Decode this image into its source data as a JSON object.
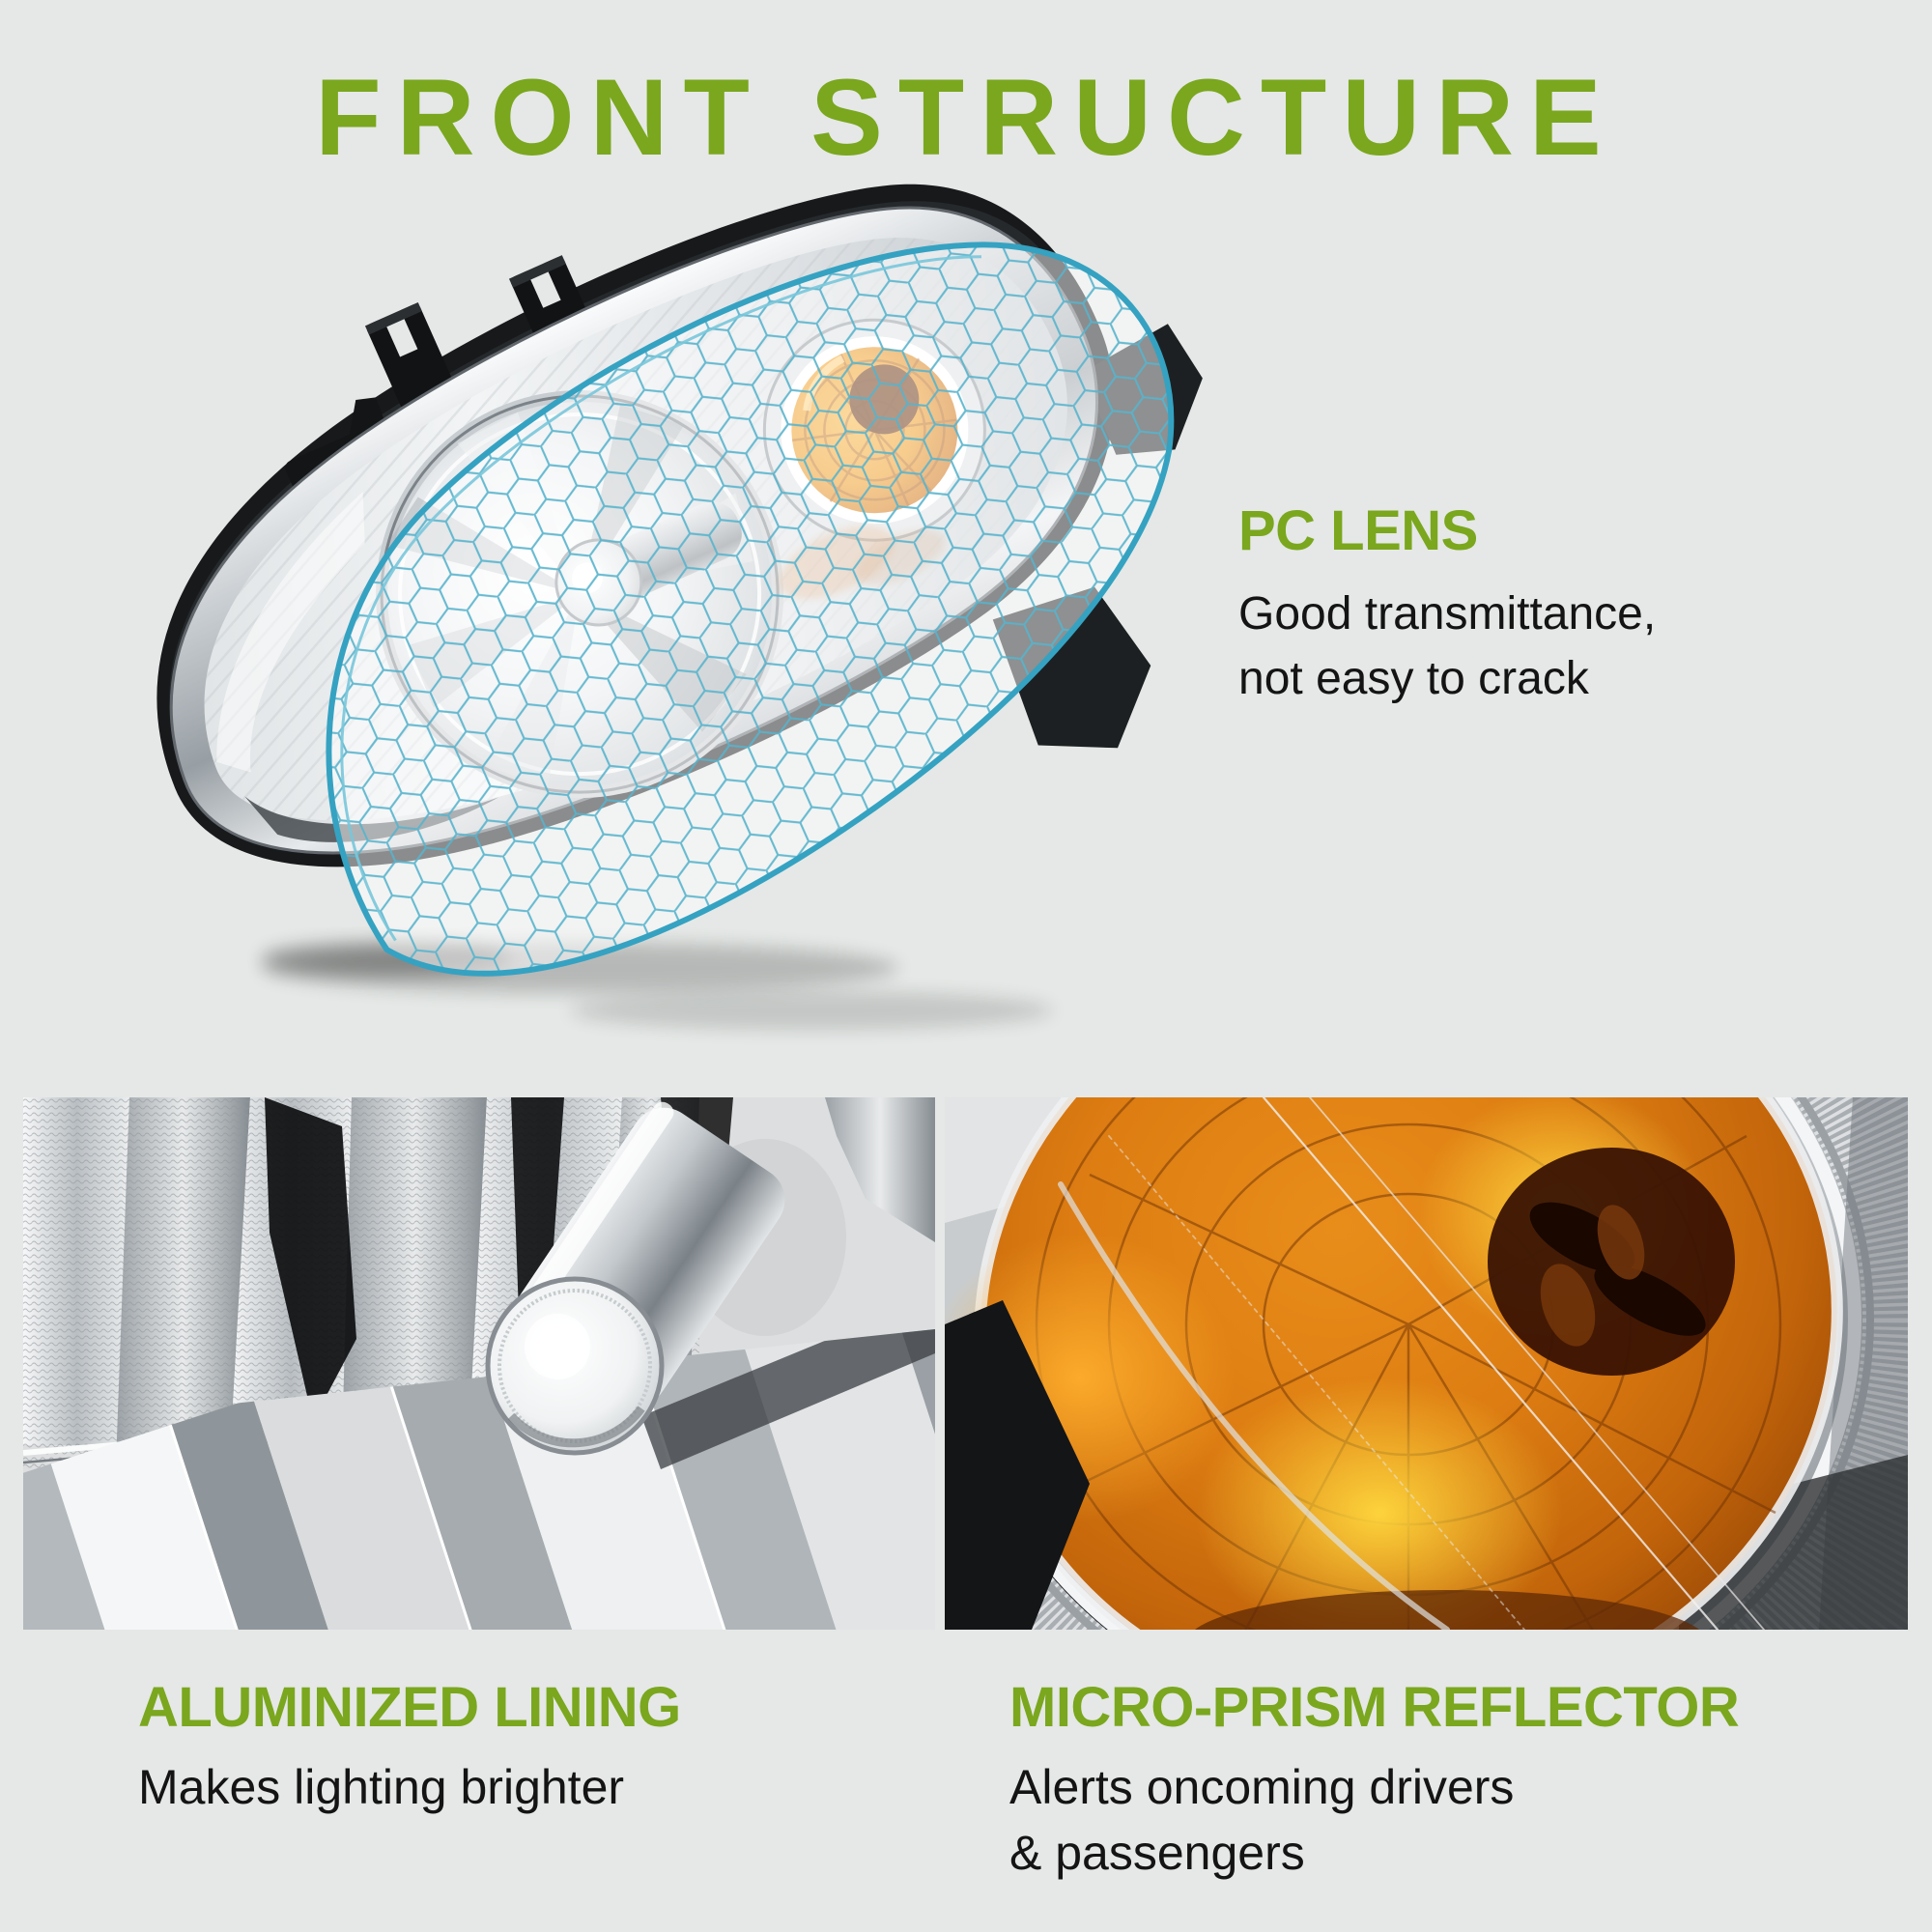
{
  "page": {
    "background_color": "#e5e8e6",
    "accent_green": "#7aa71e",
    "text_color": "#141414",
    "mesh_teal": "#4aabc4",
    "amber_color": "#e08218"
  },
  "title": "FRONT STRUCTURE",
  "callouts": {
    "pc_lens": {
      "heading": "PC LENS",
      "description": "Good transmittance,\nnot easy to crack"
    },
    "aluminized_lining": {
      "heading": "ALUMINIZED LINING",
      "description": "Makes lighting brighter"
    },
    "micro_prism": {
      "heading": "MICRO-PRISM REFLECTOR",
      "description": "Alerts oncoming drivers\n& passengers"
    }
  },
  "figures": {
    "main_alt": "chrome headlight assembly with honeycomb PC-lens overlay",
    "left_alt": "aluminized lining close-up",
    "right_alt": "amber micro-prism reflector close-up"
  }
}
